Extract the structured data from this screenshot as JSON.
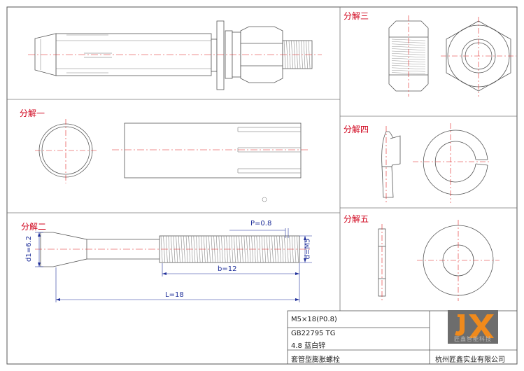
{
  "views": {
    "explode_1": "分解一",
    "explode_2": "分解二",
    "explode_3": "分解三",
    "explode_4": "分解四",
    "explode_5": "分解五"
  },
  "dimensions": {
    "pitch": "P=0.8",
    "d1": "d1=6.2",
    "d": "d=M5",
    "b": "b=12",
    "L": "L=18"
  },
  "title_block": {
    "spec": "M5×18(P0.8)",
    "standard": "GB22795 TG",
    "grade_finish": "4.8 蓝白锌",
    "part_name": "套管型膨胀螺栓",
    "company": "杭州匠鑫实业有限公司",
    "logo_letters": "JX",
    "logo_text": "匠鑫智能科技"
  },
  "colors": {
    "label_red": "#d0021b",
    "dimension_blue": "#1f2f9a",
    "centerline_red": "#e02020",
    "logo_orange": "#f08a1c",
    "logo_gray": "#6d6d6d"
  }
}
